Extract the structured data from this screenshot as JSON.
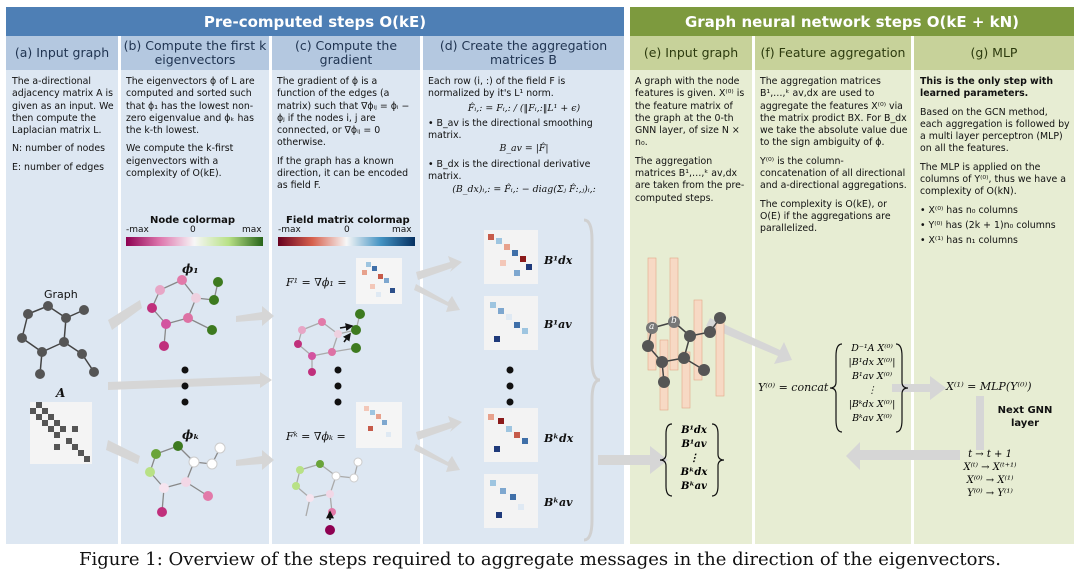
{
  "headers": {
    "precomputed": "Pre-computed steps O(kE)",
    "gnn": "Graph neural network steps O(kE + kN)"
  },
  "panels": {
    "a": {
      "title": "(a)  Input graph",
      "text": [
        "The a-directional adjacency matrix A is given as an input. We then compute the Laplacian matrix L.",
        "N: number of nodes",
        "E: number of edges"
      ]
    },
    "b": {
      "title": "(b)  Compute the first k eigenvectors",
      "text": [
        "The eigenvectors ϕ of L are computed and sorted such that ϕ₁ has the lowest non-zero eigenvalue and ϕₖ has the k-th lowest.",
        "We compute the k-first eigenvectors with a complexity of O(kE)."
      ]
    },
    "c": {
      "title": "(c)  Compute the gradient",
      "text": [
        "The gradient of ϕ is a function of the edges (a matrix) such that ∇ϕᵢⱼ = ϕᵢ − ϕⱼ if the nodes i, j are connected, or ∇ϕᵢⱼ = 0 otherwise.",
        "If the graph has a known direction, it can be encoded as field F."
      ]
    },
    "d": {
      "title": "(d)  Create the aggregation matrices B",
      "text": [
        "Each row (i, :) of the field F is normalized by it's L¹ norm.",
        "F̂ᵢ,: = Fᵢ,: / (‖Fᵢ,:‖L¹ + ϵ)",
        "• B_av is the directional smoothing matrix.",
        "B_av = |F̂|",
        "• B_dx is the directional derivative matrix.",
        "(B_dx)ᵢ,: = F̂ᵢ,: − diag(Σⱼ F̂:,ⱼ)ᵢ,:"
      ]
    },
    "e": {
      "title": "(e)  Input graph",
      "text": [
        "A graph with the node features is given. X⁽⁰⁾ is the feature matrix of the graph at the 0-th GNN layer, of size N × n₀.",
        "The aggregation matrices B¹,…,ᵏ av,dx are taken from the pre-computed steps."
      ]
    },
    "f": {
      "title": "(f)  Feature aggregation",
      "text": [
        "The aggregation matrices B¹,…,ᵏ av,dx are used to aggregate the features X⁽⁰⁾ via the matrix prodict BX. For B_dx we take the absolute value due to the sign ambiguity of ϕ.",
        "Y⁽⁰⁾ is the column-concatenation of all directional and a-directional aggregations.",
        "The complexity is O(kE), or O(E) if the aggregations are parallelized."
      ]
    },
    "g": {
      "title": "(g)  MLP",
      "text": [
        "This is the only step with learned parameters.",
        "Based on the GCN method, each aggregation is followed by a multi layer perceptron (MLP) on all the features.",
        "The MLP is applied on the columns of Y⁽⁰⁾, thus we have a complexity of O(kN).",
        "• X⁽⁰⁾ has n₀ columns",
        "• Y⁽⁰⁾ has (2k + 1)n₀ columns",
        "• X⁽¹⁾ has n₁ columns"
      ]
    }
  },
  "colormaps": {
    "node": {
      "title": "Node colormap",
      "min": "-max",
      "mid": "0",
      "max": "max"
    },
    "field": {
      "title": "Field matrix colormap",
      "min": "-max",
      "mid": "0",
      "max": "max"
    }
  },
  "labels": {
    "graph": "Graph",
    "A": "A",
    "phi1": "ϕ₁",
    "phik": "ϕₖ",
    "F1": "F¹ = ∇ϕ₁ =",
    "Fk": "Fᵏ = ∇ϕₖ =",
    "Bdx1": "B¹dx",
    "Bav1": "B¹av",
    "Bdxk": "Bᵏdx",
    "Bavk": "Bᵏav",
    "stack": [
      "B¹dx",
      "B¹av",
      "⋮",
      "Bᵏdx",
      "Bᵏav"
    ],
    "node_a": "a",
    "node_b": "b",
    "Y0": "Y⁽⁰⁾ = concat",
    "concat_rows": [
      "D⁻¹A X⁽⁰⁾",
      "|B¹dx X⁽⁰⁾|",
      "B¹av X⁽⁰⁾",
      "⋮",
      "|Bᵏdx X⁽⁰⁾|",
      "Bᵏav X⁽⁰⁾"
    ],
    "X1": "X⁽¹⁾ = MLP(Y⁽⁰⁾)",
    "next_layer": "Next GNN layer",
    "update": [
      "t → t + 1",
      "X⁽ᵗ⁾ → X⁽ᵗ⁺¹⁾",
      "X⁽⁰⁾ → X⁽¹⁾",
      "Y⁽⁰⁾ → Y⁽¹⁾"
    ]
  },
  "caption": "Figure 1: Overview of the steps required to aggregate messages in the direction of the eigenvectors.",
  "colors": {
    "header_blue": "#4e7fb5",
    "header_green": "#7d9a3e",
    "panel_blue": "#dde7f2",
    "panel_green": "#e7edd3",
    "node_green": "#3d7a1f",
    "node_pink": "#c0307c",
    "node_gray": "#555555",
    "heat_red": "#8b1a1a",
    "heat_blue": "#1f3a7a"
  }
}
